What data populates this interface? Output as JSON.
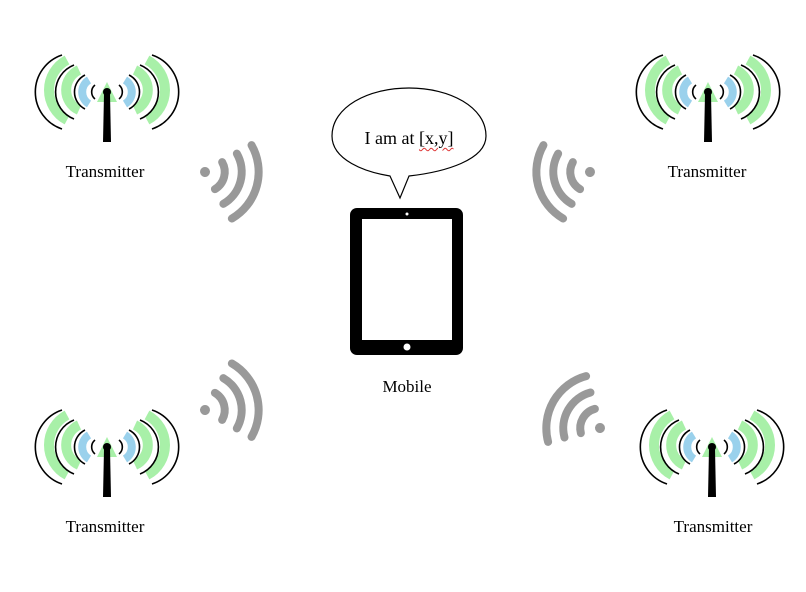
{
  "diagram": {
    "bubble": {
      "prefix": "I am at ",
      "coords": "[x,y]"
    },
    "mobile_label": "Mobile",
    "transmitters": [
      {
        "label": "Transmitter"
      },
      {
        "label": "Transmitter"
      },
      {
        "label": "Transmitter"
      },
      {
        "label": "Transmitter"
      }
    ]
  },
  "colors": {
    "wave_green": "#a8f0a8",
    "wave_blue": "#9ad1ec",
    "signal_gray": "#999999",
    "device_black": "#000000"
  },
  "icons": {
    "transmitter": "antenna-tower-icon",
    "signal": "wifi-signal-icon",
    "device": "tablet-icon"
  }
}
